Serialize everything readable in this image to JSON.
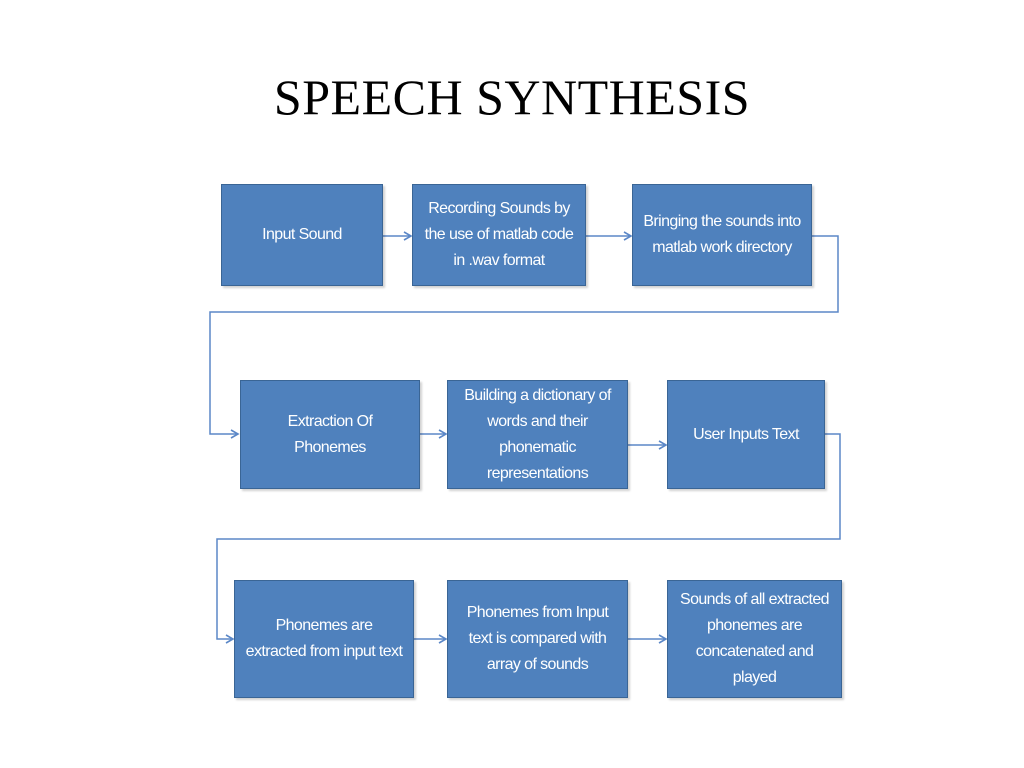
{
  "slide": {
    "title": "SPEECH SYNTHESIS"
  },
  "steps": [
    {
      "id": "input-sound",
      "label": "Input Sound"
    },
    {
      "id": "recording-sounds",
      "label": "Recording Sounds by the use of matlab code in .wav format"
    },
    {
      "id": "bringing-sounds",
      "label": "Bringing the sounds into matlab work directory"
    },
    {
      "id": "extraction-phonemes",
      "label": "Extraction Of Phonemes"
    },
    {
      "id": "building-dictionary",
      "label": "Building a dictionary of words and their phonematic representations"
    },
    {
      "id": "user-inputs-text",
      "label": "User Inputs Text"
    },
    {
      "id": "phonemes-extracted",
      "label": "Phonemes are extracted from input text"
    },
    {
      "id": "phonemes-compared",
      "label": "Phonemes from Input text is compared with array of sounds"
    },
    {
      "id": "sounds-concatenated",
      "label": "Sounds of all extracted phonemes are concatenated and played"
    }
  ],
  "colors": {
    "box_fill": "#4f81bd",
    "box_border": "#3a6595",
    "connector": "#5b87c7",
    "text": "#ffffff"
  },
  "flow": "left-to-right rows, snaking down to next row start"
}
